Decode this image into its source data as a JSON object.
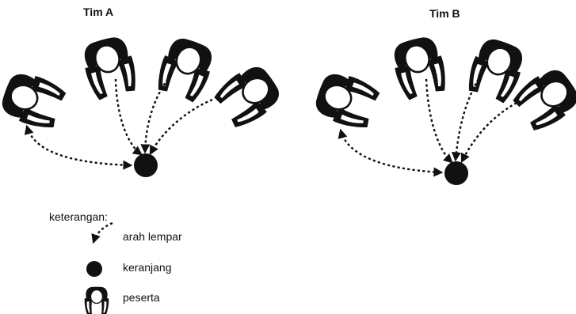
{
  "teams": [
    {
      "title": "Tim A"
    },
    {
      "title": "Tim B"
    }
  ],
  "legend": {
    "heading": "keterangan:",
    "items": [
      {
        "icon": "throw-direction-arrow-icon",
        "label": "arah lempar"
      },
      {
        "icon": "basket-icon",
        "label": "keranjang"
      },
      {
        "icon": "participant-icon",
        "label": "peserta"
      }
    ]
  },
  "colors": {
    "ink": "#111111",
    "paper": "#ffffff"
  }
}
